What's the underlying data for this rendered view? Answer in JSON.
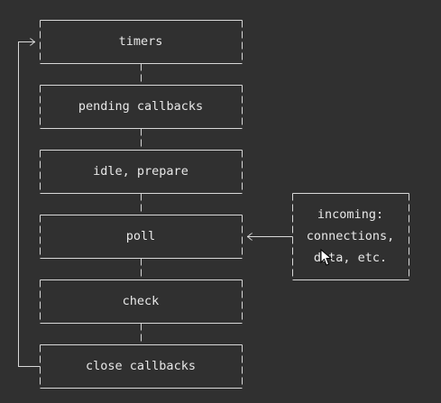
{
  "phases": [
    {
      "id": "timers",
      "label": "timers"
    },
    {
      "id": "pending-callbacks",
      "label": "pending callbacks"
    },
    {
      "id": "idle-prepare",
      "label": "idle, prepare"
    },
    {
      "id": "poll",
      "label": "poll"
    },
    {
      "id": "check",
      "label": "check"
    },
    {
      "id": "close-callbacks",
      "label": "close callbacks"
    }
  ],
  "incoming": {
    "lines": [
      "incoming:",
      "connections,",
      "data, etc."
    ]
  }
}
